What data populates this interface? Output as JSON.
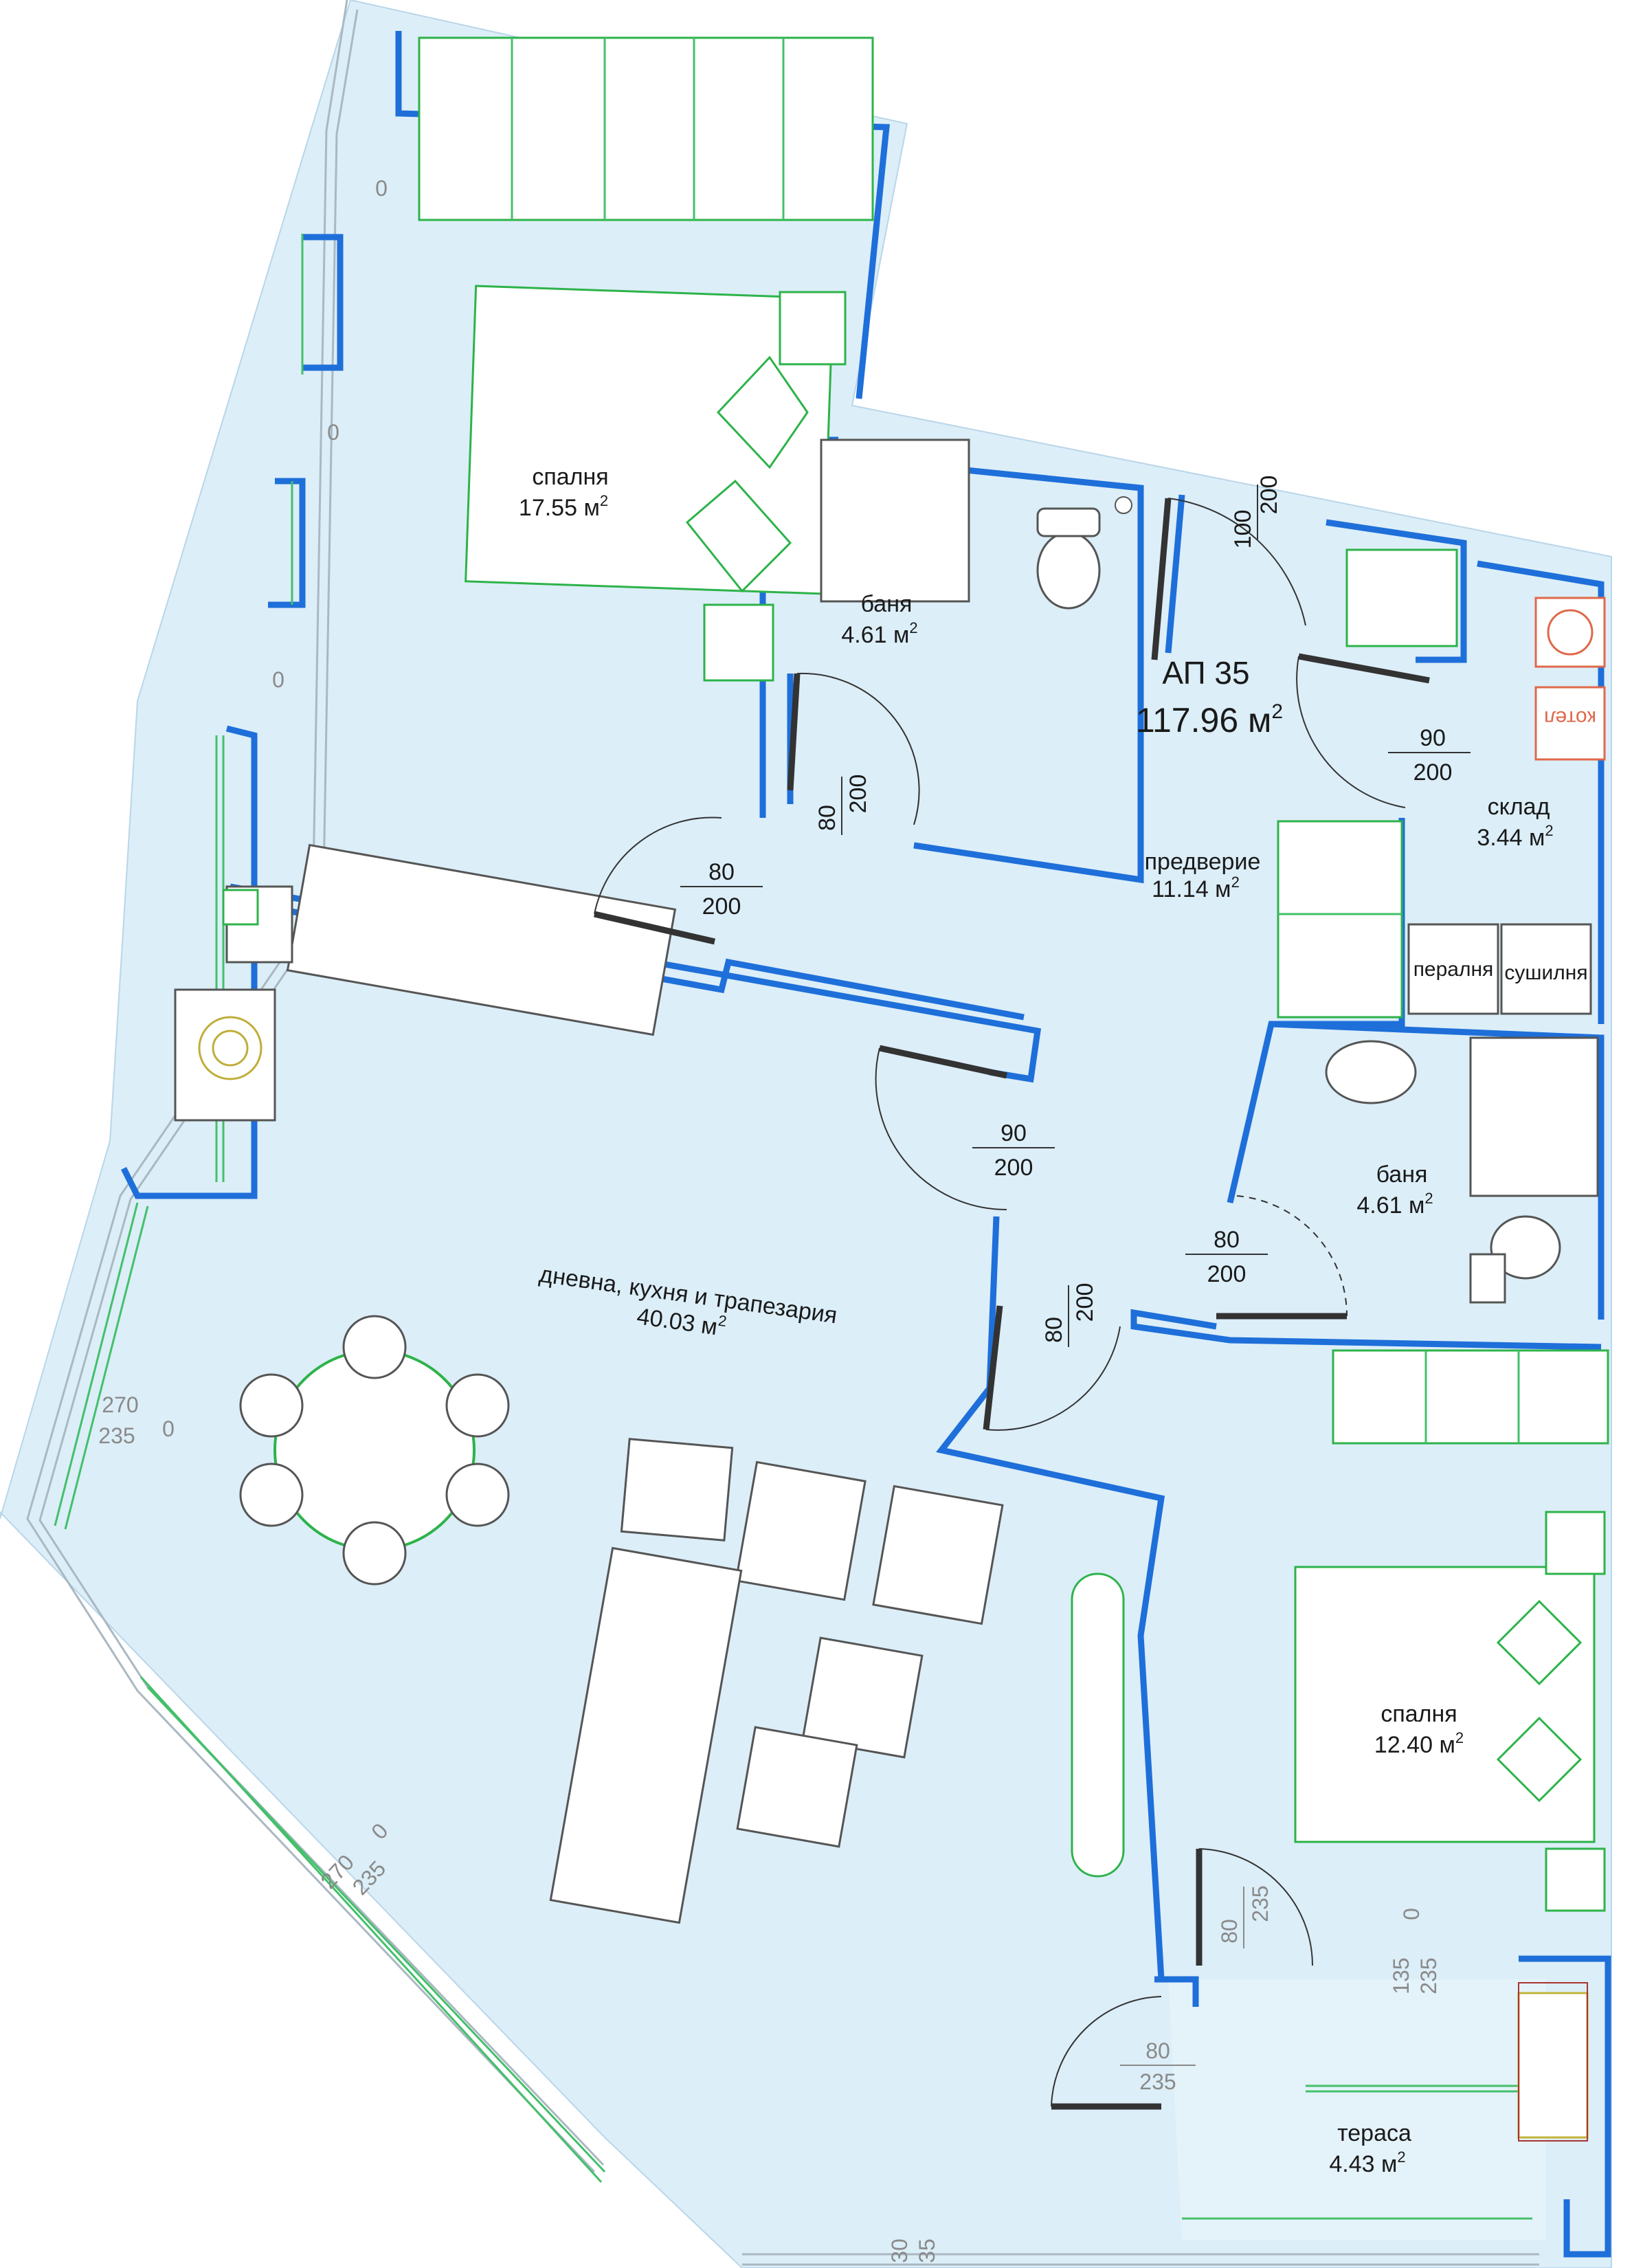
{
  "apartment": {
    "name": "АП 35",
    "area": "117.96 м",
    "sup": "2"
  },
  "colors": {
    "floor": "#dceef8",
    "wall": "#1e6fd9",
    "accent_green": "#2db34a",
    "boiler": "#e0684a",
    "frame": "#aab8c2"
  },
  "rooms": {
    "bedroom1": {
      "name": "спалня",
      "area": "17.55 м",
      "sup": "2"
    },
    "bath1": {
      "name": "баня",
      "area": "4.61 м",
      "sup": "2"
    },
    "hall": {
      "name": "предверие",
      "area": "11.14 м",
      "sup": "2"
    },
    "storage": {
      "name": "склад",
      "area": "3.44 м",
      "sup": "2"
    },
    "bath2": {
      "name": "баня",
      "area": "4.61 м",
      "sup": "2"
    },
    "living": {
      "name": "дневна, кухня и трапезария",
      "area": "40.03 м",
      "sup": "2"
    },
    "bedroom2": {
      "name": "спалня",
      "area": "12.40 м",
      "sup": "2"
    },
    "terrace": {
      "name": "тераса",
      "area": "4.43 м",
      "sup": "2"
    }
  },
  "appliances": {
    "washer": "пералня",
    "dryer": "сушилня",
    "boiler": "котел"
  },
  "doors": {
    "d_entry": {
      "w": "100",
      "h": "200"
    },
    "d_storage": {
      "w": "90",
      "h": "200"
    },
    "d_bath1": {
      "w": "80",
      "h": "200"
    },
    "d_bed1": {
      "w": "80",
      "h": "200"
    },
    "d_living": {
      "w": "90",
      "h": "200"
    },
    "d_bath2": {
      "w": "80",
      "h": "200"
    },
    "d_bed2": {
      "w": "80",
      "h": "200"
    },
    "d_bed2_terr": {
      "w": "80",
      "h": "235"
    },
    "d_living_terr": {
      "w": "80",
      "h": "235"
    }
  },
  "windows": {
    "w_west": {
      "a": "270",
      "b": "235",
      "c": "0"
    },
    "w_sw": {
      "a": "270",
      "b": "235",
      "c": "0"
    },
    "w_terr": {
      "a": "135",
      "b": "235",
      "c": "0"
    },
    "w_bottom": {
      "a": "30",
      "b": "35"
    },
    "marks": [
      "0",
      "0",
      "0"
    ]
  }
}
